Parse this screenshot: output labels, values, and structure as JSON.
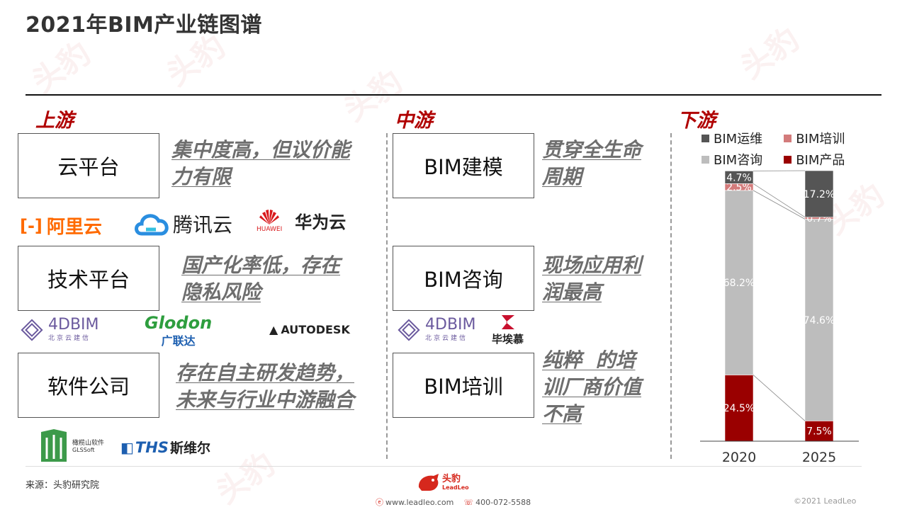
{
  "title": "2021年BIM产业链图谱",
  "sections": {
    "upstream": "上游",
    "midstream": "中游",
    "downstream": "下游"
  },
  "upstream": [
    {
      "label": "云平台",
      "desc": [
        "集中度高，但议价能",
        "力有限"
      ]
    },
    {
      "label": "技术平台",
      "desc": [
        "国产化率低，存在",
        "隐私风险"
      ]
    },
    {
      "label": "软件公司",
      "desc": [
        "存在自主研发趋势，",
        "未来与行业中游融合"
      ]
    }
  ],
  "midstream": [
    {
      "label": "BIM建模",
      "desc": [
        "贯穿全生命",
        "周期"
      ]
    },
    {
      "label": "BIM咨询",
      "desc": [
        "现场应用利",
        "润最高"
      ]
    },
    {
      "label": "BIM培训",
      "desc": [
        "纯粹  的培",
        "训厂商价值",
        "不高"
      ]
    }
  ],
  "logos": {
    "aliyun": "阿里云",
    "tencent": "腾讯云",
    "huawei_small": "HUAWEI",
    "huawei": "华为云",
    "fourdbim": "4DBIM",
    "fourdbim_sub": "北京云建信",
    "glodon": "Glodon",
    "glodon_sub": "广联达",
    "autodesk": "AUTODESK",
    "fourdbim2": "4DBIM",
    "fourdbim2_sub": "北京云建信",
    "huajiaomu": "毕埃慕",
    "glssoft": "橄榄山软件",
    "glssoft_sub": "GLSSoft",
    "ths": "THS",
    "ths_cn": "斯维尔"
  },
  "footer": {
    "source": "来源：头豹研究院",
    "brand": "头豹",
    "brand_sub": "LeadLeo",
    "website": "www.leadleo.com",
    "phone": "400-072-5588",
    "copyright": "©2021 LeadLeo"
  },
  "colors": {
    "accent": "#b00000",
    "ops": "#555555",
    "training": "#d37b7b",
    "consulting": "#bdbdbd",
    "product": "#9a0000"
  },
  "chart_data": {
    "type": "bar",
    "stacked": true,
    "categories": [
      "2020",
      "2025"
    ],
    "series": [
      {
        "name": "BIM产品",
        "values": [
          24.5,
          7.5
        ],
        "labels": [
          "24.5%",
          "7.5%"
        ],
        "color": "#9a0000"
      },
      {
        "name": "BIM咨询",
        "values": [
          68.2,
          74.6
        ],
        "labels": [
          "68.2%",
          "74.6%"
        ],
        "color": "#bdbdbd"
      },
      {
        "name": "BIM培训",
        "values": [
          2.5,
          0.7
        ],
        "labels": [
          "2.5%",
          "0.7%"
        ],
        "color": "#d37b7b"
      },
      {
        "name": "BIM运维",
        "values": [
          4.7,
          17.2
        ],
        "labels": [
          "4.7%",
          "17.2%"
        ],
        "color": "#555555"
      }
    ],
    "legend_order": [
      "BIM运维",
      "BIM培训",
      "BIM咨询",
      "BIM产品"
    ],
    "legend_position": "top",
    "ylim": [
      0,
      100
    ],
    "grid": false
  }
}
